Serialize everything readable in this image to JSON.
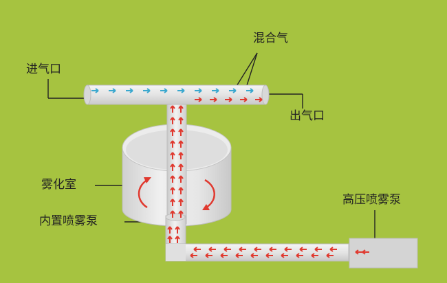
{
  "labels": {
    "inlet": "进气口",
    "mixed_gas": "混合气",
    "outlet": "出气口",
    "atomization_chamber": "雾化室",
    "internal_spray_pump": "内置喷雾泵",
    "high_pressure_spray_pump": "高压喷雾泵"
  },
  "colors": {
    "background": "#a6c340",
    "pipe": "#e2e2e2",
    "pipe_edge": "#bdbdbd",
    "arrow_blue": "#3aa8cf",
    "arrow_red": "#e0392f",
    "leader_line": "#222222"
  }
}
